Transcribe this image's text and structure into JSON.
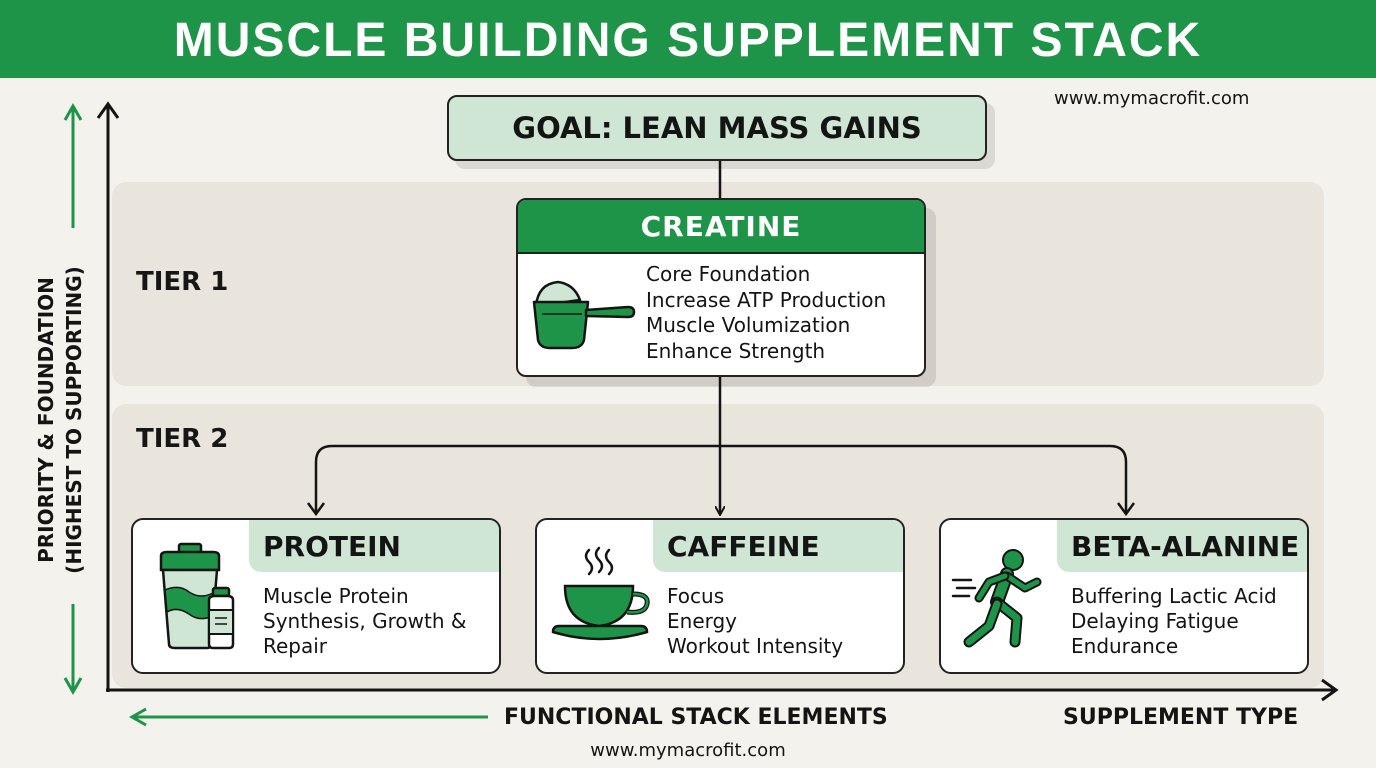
{
  "header": {
    "title": "MUSCLE BUILDING SUPPLEMENT STACK"
  },
  "site": {
    "url_top": "www.mymacrofit.com",
    "url_bottom": "www.mymacrofit.com"
  },
  "vertical_axis": {
    "title_line1": "PRIORITY & FOUNDATION",
    "title_line2": "(HIGHEST TO SUPPORTING)"
  },
  "horizontal_axis": {
    "left_label": "FUNCTIONAL STACK ELEMENTS",
    "right_label": "SUPPLEMENT TYPE"
  },
  "goal": {
    "label": "GOAL: LEAN MASS GAINS"
  },
  "tiers": [
    {
      "label": "TIER 1"
    },
    {
      "label": "TIER 2"
    }
  ],
  "creatine": {
    "title": "CREATINE",
    "icon": "scoop-icon",
    "benefits": [
      "Core Foundation",
      "Increase ATP Production",
      "Muscle Volumization",
      "Enhance Strength"
    ]
  },
  "supplements": [
    {
      "title": "PROTEIN",
      "icon": "shaker-bottle-icon",
      "benefits": [
        "Muscle Protein",
        "Synthesis, Growth &",
        "Repair"
      ]
    },
    {
      "title": "CAFFEINE",
      "icon": "coffee-cup-icon",
      "benefits": [
        "Focus",
        "Energy",
        "Workout Intensity"
      ]
    },
    {
      "title": "BETA-ALANINE",
      "icon": "runner-icon",
      "benefits": [
        "Buffering Lactic Acid",
        "Delaying Fatigue",
        "Endurance"
      ]
    }
  ],
  "colors": {
    "brand_green": "#1e9448",
    "light_green": "#cfe6d4",
    "tier_band": "#e9e5dd",
    "background": "#f4f2ed"
  }
}
